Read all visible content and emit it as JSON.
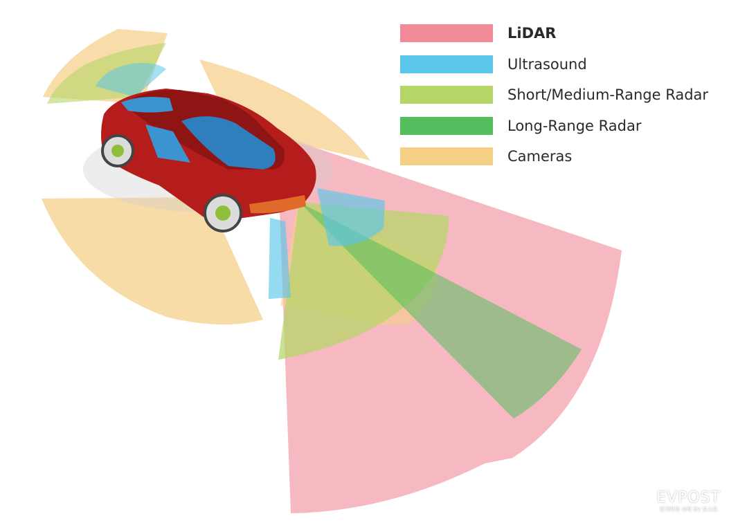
{
  "legend": {
    "items": [
      {
        "label": "LiDAR",
        "color": "#f28b97",
        "bold": true
      },
      {
        "label": "Ultrasound",
        "color": "#5bc6ea",
        "bold": false
      },
      {
        "label": "Short/Medium-Range Radar",
        "color": "#b5d567",
        "bold": false
      },
      {
        "label": "Long-Range Radar",
        "color": "#54bd5e",
        "bold": false
      },
      {
        "label": "Cameras",
        "color": "#f5cf86",
        "bold": false
      }
    ]
  },
  "colors": {
    "lidar": "#f28b97",
    "ultrasound": "#5bc6ea",
    "short_medium_radar": "#b5d567",
    "long_range_radar": "#54bd5e",
    "cameras": "#f5cf86",
    "car_body": "#b51d1d",
    "car_glass": "#2f7fbf"
  },
  "watermark": {
    "logo": "EVPOST",
    "subtitle": "전기차의 시작 EV 포스트"
  }
}
